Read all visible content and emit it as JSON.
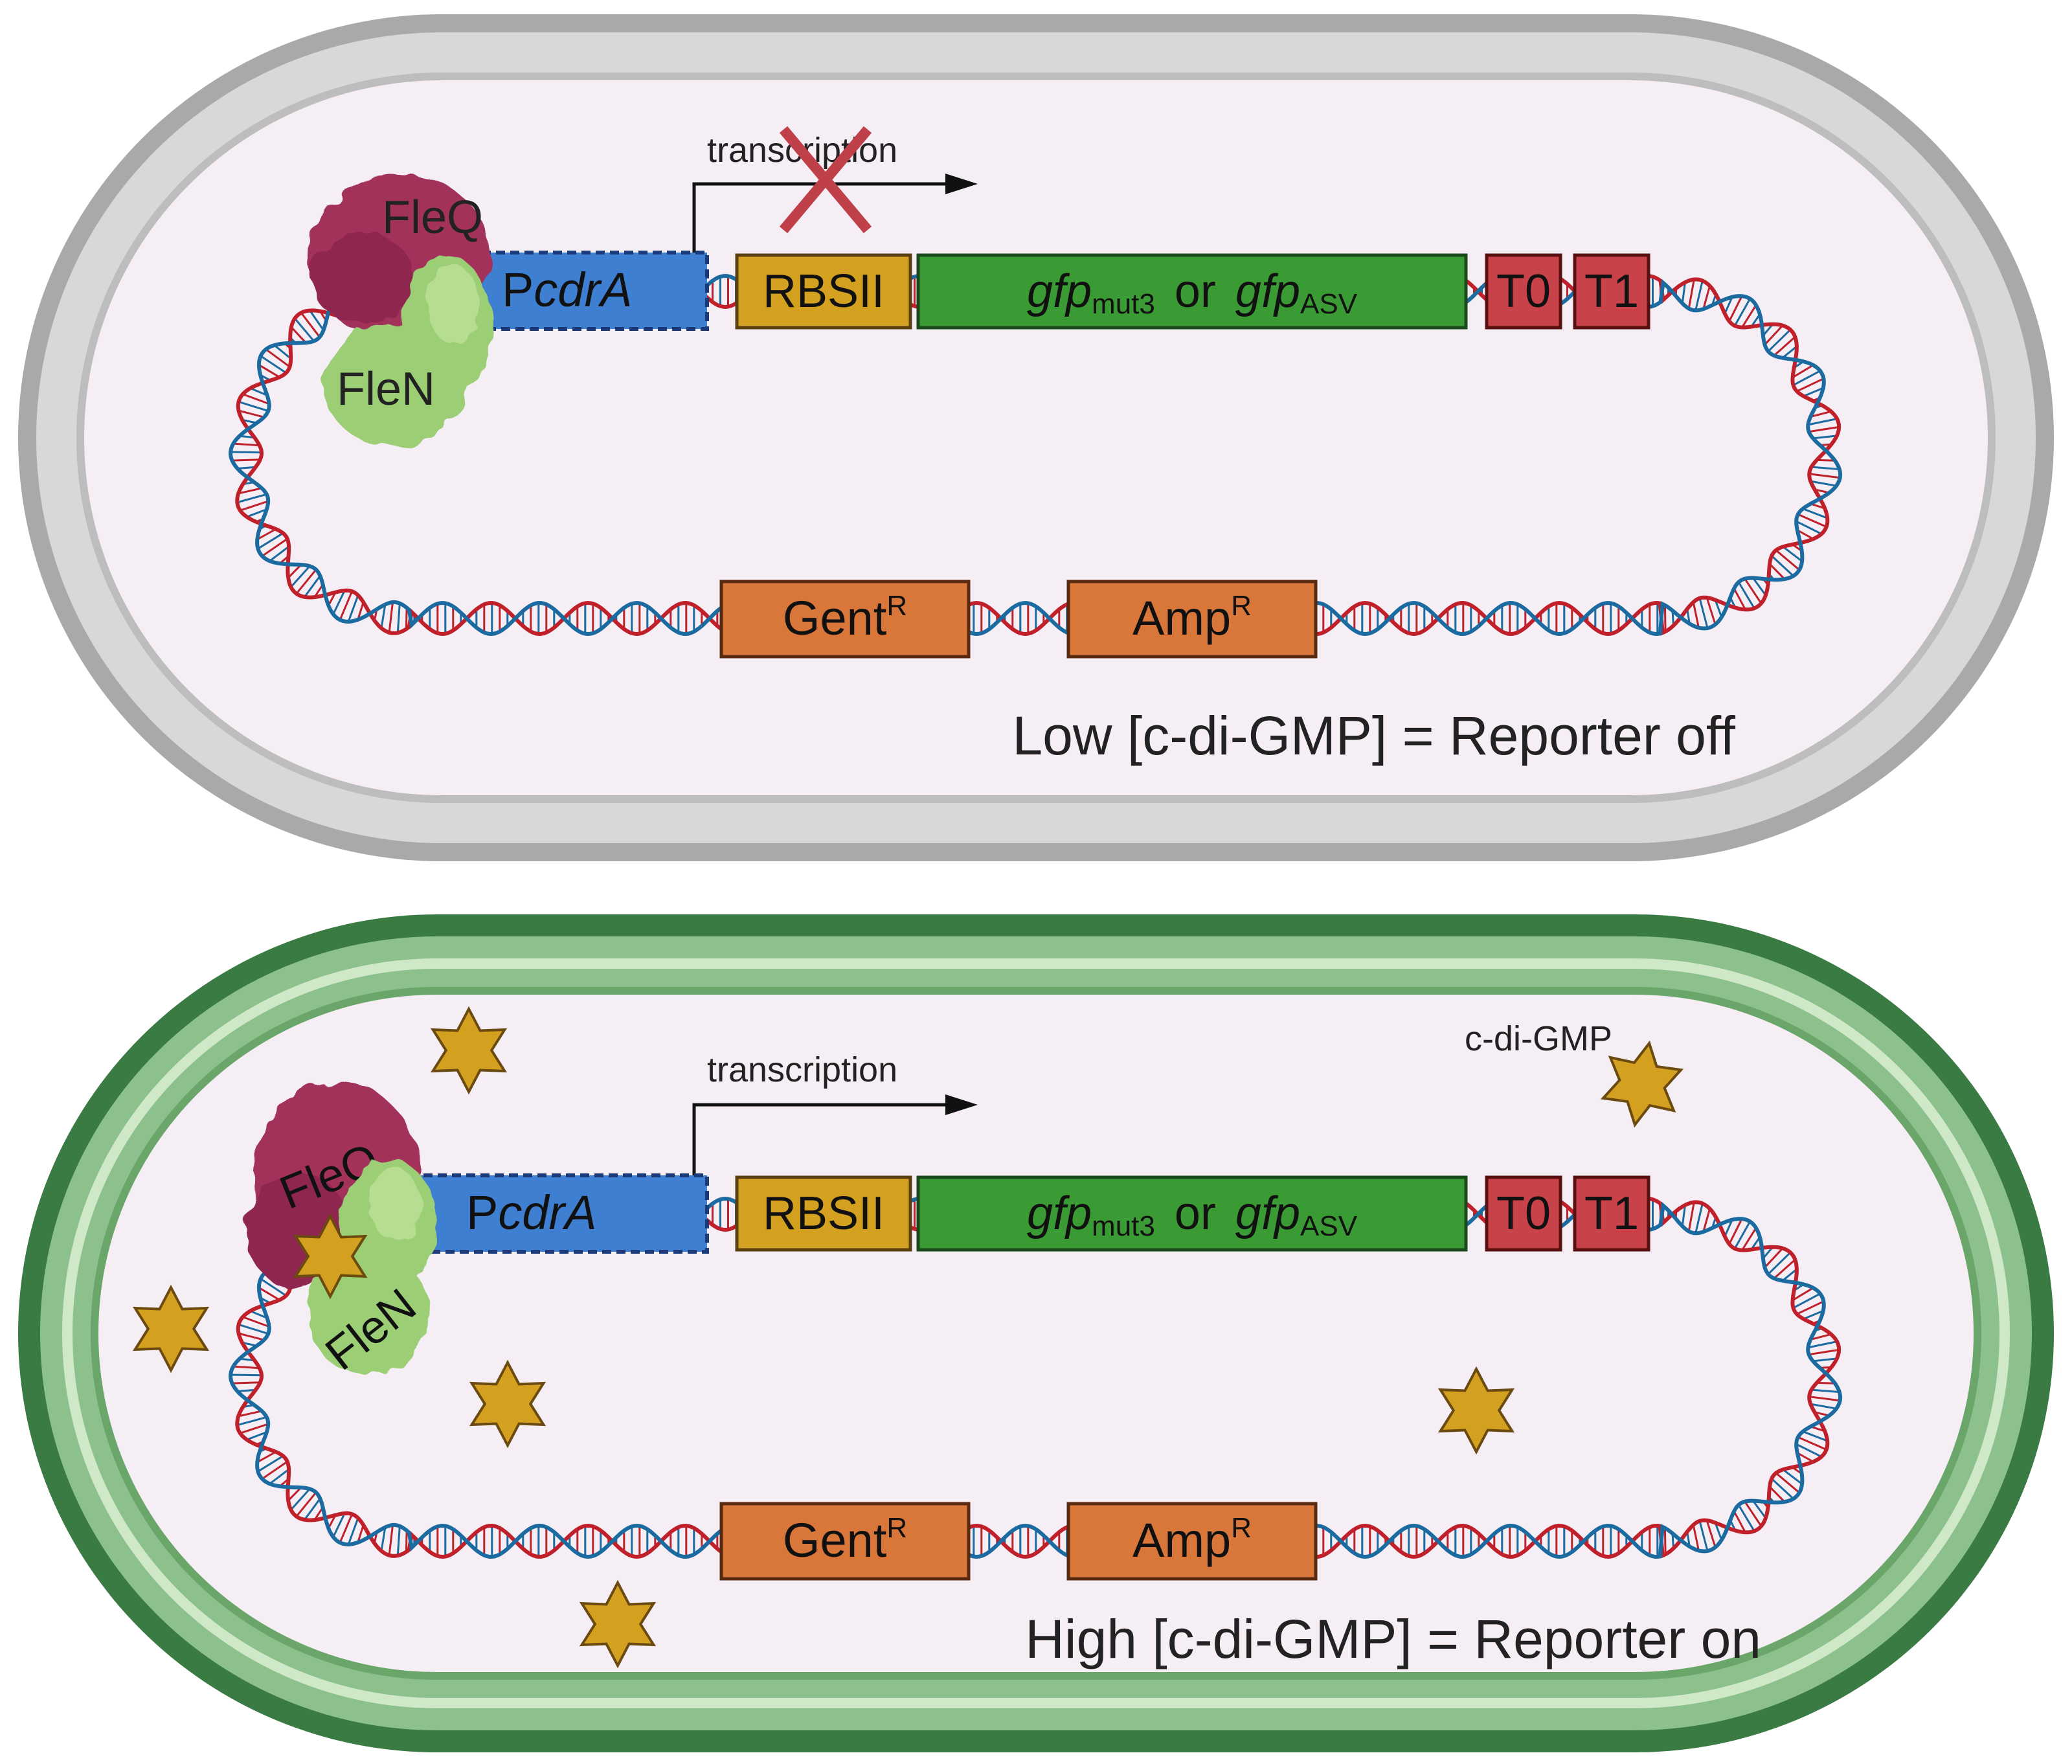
{
  "colors": {
    "cell_fill": "#f5eff5",
    "off_membrane_outer": "#a9a9a9",
    "off_membrane_inner": "#d3d3d3",
    "on_membrane_outer": "#3a7a43",
    "on_membrane_inner": "#8cc08c",
    "dna_strand_a": "#c0202a",
    "dna_strand_b": "#1b6aa0",
    "promoter": "#3f7fd1",
    "rbs": "#d4a020",
    "gfp": "#3a9b35",
    "terminator": "#c8424a",
    "resistance": "#d9773a",
    "fleq": "#a2325a",
    "flen": "#9ccf74",
    "c_di_gmp": "#d4a020",
    "block_mark": "#c0404a"
  },
  "panels": [
    {
      "state": "off",
      "promoter": {
        "prefix": "P",
        "name": "cdrA"
      },
      "rbs": "RBSII",
      "gfp": {
        "name_a": "gfp",
        "sub_a": "mut3",
        "join": "or",
        "name_b": "gfp",
        "sub_b": "ASV"
      },
      "terminators": [
        "T0",
        "T1"
      ],
      "resistance": [
        {
          "name": "Gent",
          "sup": "R"
        },
        {
          "name": "Amp",
          "sup": "R"
        }
      ],
      "fleq": "FleQ",
      "flen": "FleN",
      "transcription": "transcription",
      "caption": "Low [c-di-GMP] = Reporter off"
    },
    {
      "state": "on",
      "promoter": {
        "prefix": "P",
        "name": "cdrA"
      },
      "rbs": "RBSII",
      "gfp": {
        "name_a": "gfp",
        "sub_a": "mut3",
        "join": "or",
        "name_b": "gfp",
        "sub_b": "ASV"
      },
      "terminators": [
        "T0",
        "T1"
      ],
      "resistance": [
        {
          "name": "Gent",
          "sup": "R"
        },
        {
          "name": "Amp",
          "sup": "R"
        }
      ],
      "fleq": "FleQ",
      "flen": "FleN",
      "transcription": "transcription",
      "caption": "High [c-di-GMP] = Reporter on",
      "c_di_gmp_label": "c-di-GMP"
    }
  ]
}
